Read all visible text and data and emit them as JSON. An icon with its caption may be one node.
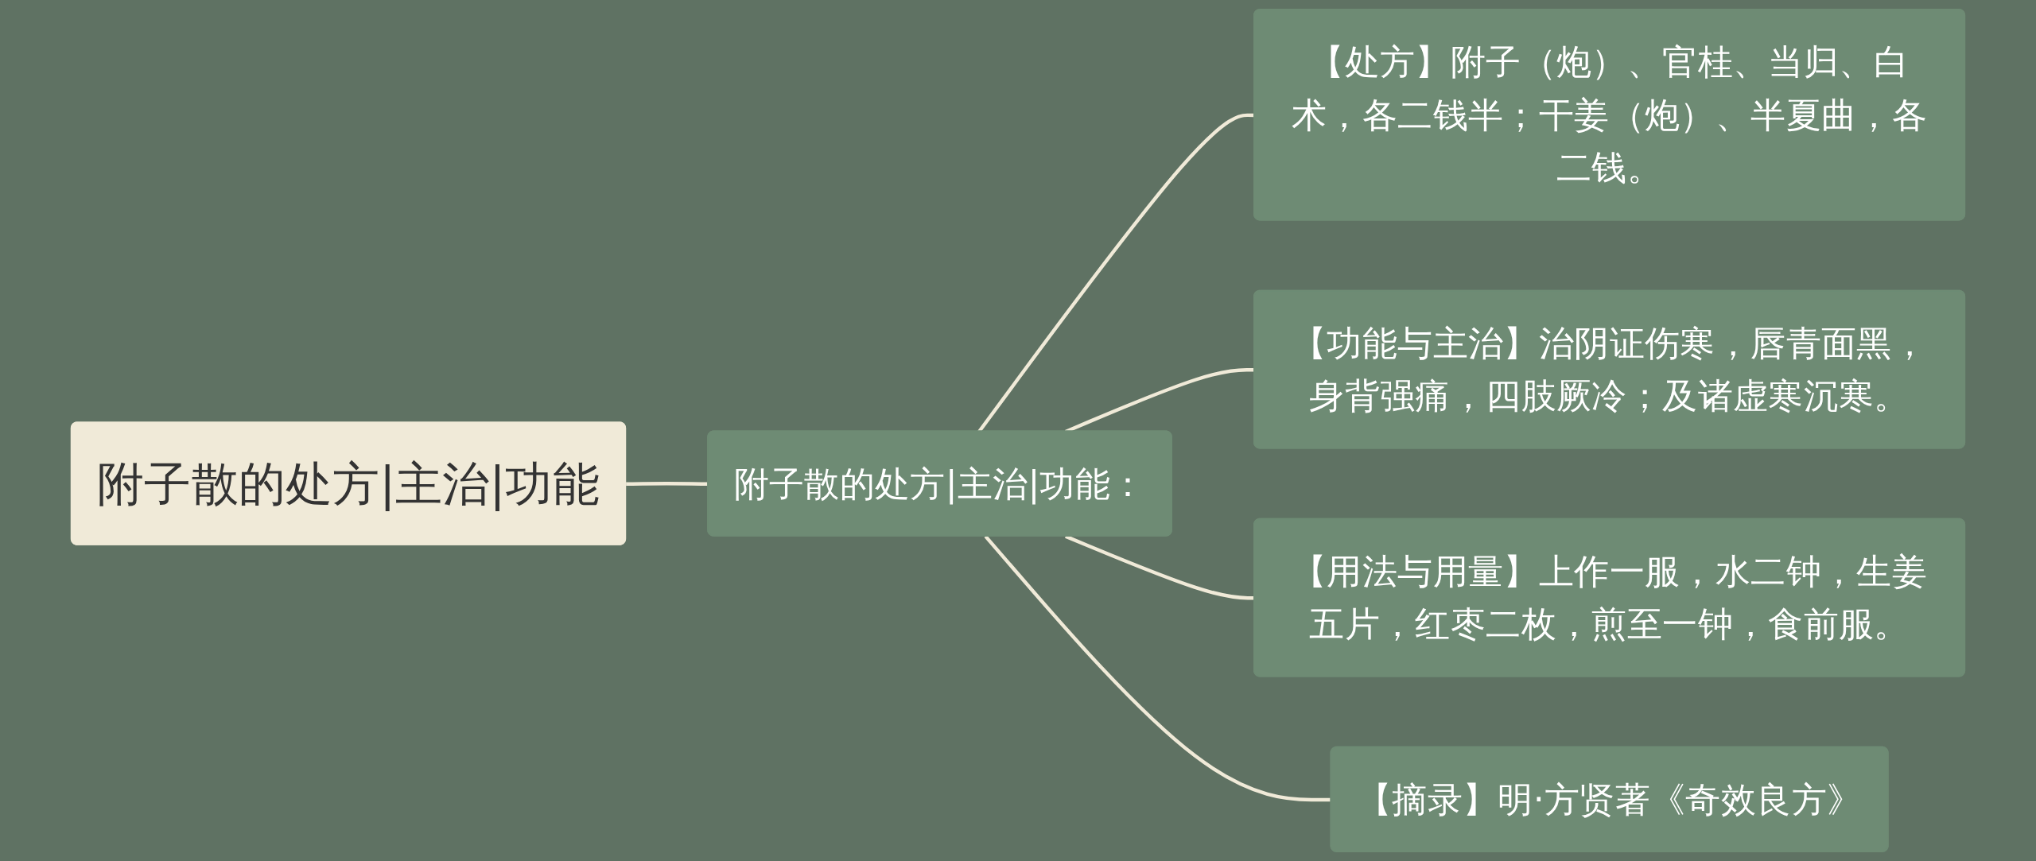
{
  "diagram": {
    "nodes": [
      {
        "text": [
          "附子散的处方|主治|功能"
        ]
      },
      {
        "text": [
          "附子散的处方|主治|功能："
        ]
      },
      {
        "text": [
          "【处方】附子（炮）、官桂、当归、白术，各二钱半；干姜（炮）、半夏曲，各二钱。"
        ]
      },
      {
        "text": [
          "【功能与主治】治阴证伤寒，唇青面黑，身背强痛，四肢厥冷；及诸虚寒沉寒。"
        ]
      },
      {
        "text": [
          "【用法与用量】上作一服，水二钟，生姜五片，红枣二枚，煎至一钟，食前服。"
        ]
      },
      {
        "text": [
          "【摘录】明·方贤著《奇效良方》"
        ]
      }
    ],
    "edges": [
      {
        "from": 0,
        "to": 1,
        "arrow": "none"
      },
      {
        "from": 1,
        "to": 2,
        "arrow": "none"
      },
      {
        "from": 1,
        "to": 3,
        "arrow": "none"
      },
      {
        "from": 1,
        "to": 4,
        "arrow": "none"
      },
      {
        "from": 1,
        "to": 5,
        "arrow": "none"
      }
    ]
  }
}
